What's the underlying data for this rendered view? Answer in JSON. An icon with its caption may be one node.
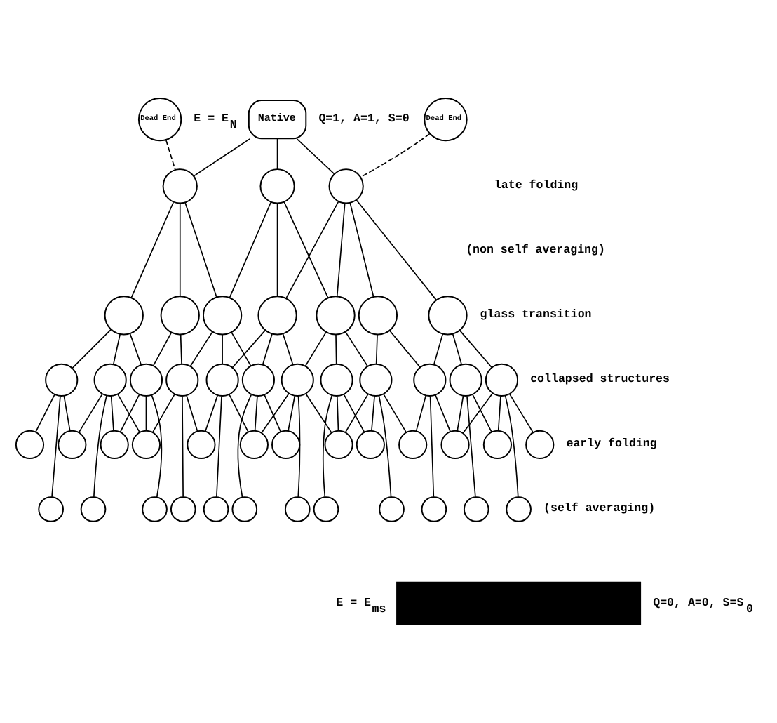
{
  "diagram": {
    "nodes": [
      {
        "text": [
          "Native"
        ]
      },
      {
        "text": [
          "Dead End"
        ]
      },
      {
        "text": [
          "Dead End"
        ]
      },
      {
        "text": [],
        "shape": "circle"
      },
      {
        "text": [],
        "shape": "circle"
      },
      {
        "text": [],
        "shape": "circle"
      },
      {
        "text": [],
        "shape": "circle"
      },
      {
        "text": [],
        "shape": "circle"
      },
      {
        "text": [],
        "shape": "circle"
      },
      {
        "text": [],
        "shape": "circle"
      },
      {
        "text": [],
        "shape": "circle"
      },
      {
        "text": [],
        "shape": "circle"
      },
      {
        "text": [],
        "shape": "circle"
      },
      {
        "text": [],
        "shape": "circle"
      },
      {
        "text": [],
        "shape": "circle"
      },
      {
        "text": [],
        "shape": "circle"
      },
      {
        "text": [],
        "shape": "circle"
      },
      {
        "text": [],
        "shape": "circle"
      },
      {
        "text": [],
        "shape": "circle"
      },
      {
        "text": [],
        "shape": "circle"
      },
      {
        "text": [],
        "shape": "circle"
      },
      {
        "text": [],
        "shape": "circle"
      },
      {
        "text": [],
        "shape": "circle"
      },
      {
        "text": [],
        "shape": "circle"
      },
      {
        "text": [],
        "shape": "circle"
      },
      {
        "text": [],
        "shape": "circle"
      },
      {
        "text": [],
        "shape": "circle"
      },
      {
        "text": [],
        "shape": "circle"
      },
      {
        "text": [],
        "shape": "circle"
      },
      {
        "text": [],
        "shape": "circle"
      },
      {
        "text": [],
        "shape": "circle"
      },
      {
        "text": [],
        "shape": "circle"
      },
      {
        "text": [],
        "shape": "circle"
      },
      {
        "text": [],
        "shape": "circle"
      },
      {
        "text": [],
        "shape": "circle"
      },
      {
        "text": [],
        "shape": "circle"
      },
      {
        "text": [],
        "shape": "circle"
      },
      {
        "text": [],
        "shape": "circle"
      },
      {
        "text": [],
        "shape": "circle"
      },
      {
        "text": [],
        "shape": "circle"
      },
      {
        "text": [],
        "shape": "circle"
      },
      {
        "text": [],
        "shape": "circle"
      },
      {
        "text": [],
        "shape": "circle"
      },
      {
        "text": [],
        "shape": "circle"
      },
      {
        "text": [],
        "shape": "circle"
      },
      {
        "text": [],
        "shape": "circle"
      },
      {
        "text": [],
        "shape": "circle"
      },
      {
        "text": [],
        "shape": "circle"
      },
      {
        "text": [],
        "shape": "circle"
      },
      {
        "text": [],
        "shape": "circle"
      },
      {
        "text": [],
        "shape": "box"
      }
    ],
    "edges": [
      {
        "from": 0,
        "to": 3,
        "arrow": "none"
      },
      {
        "from": 0,
        "to": 4,
        "arrow": "none"
      },
      {
        "from": 0,
        "to": 5,
        "arrow": "none"
      },
      {
        "from": 1,
        "to": 3,
        "arrow": "none",
        "style": "dashed"
      },
      {
        "from": 2,
        "to": 5,
        "arrow": "none",
        "style": "dashed"
      },
      {
        "from": 3,
        "to": 6,
        "arrow": "none"
      },
      {
        "from": 3,
        "to": 7,
        "arrow": "none"
      },
      {
        "from": 3,
        "to": 8,
        "arrow": "none"
      },
      {
        "from": 4,
        "to": 8,
        "arrow": "none"
      },
      {
        "from": 4,
        "to": 9,
        "arrow": "none"
      },
      {
        "from": 4,
        "to": 10,
        "arrow": "none"
      },
      {
        "from": 5,
        "to": 9,
        "arrow": "none"
      },
      {
        "from": 5,
        "to": 10,
        "arrow": "none"
      },
      {
        "from": 5,
        "to": 11,
        "arrow": "none"
      },
      {
        "from": 5,
        "to": 12,
        "arrow": "none"
      },
      {
        "from": 6,
        "to": 13,
        "arrow": "none"
      },
      {
        "from": 6,
        "to": 14,
        "arrow": "none"
      },
      {
        "from": 6,
        "to": 15,
        "arrow": "none"
      },
      {
        "from": 7,
        "to": 15,
        "arrow": "none"
      },
      {
        "from": 7,
        "to": 16,
        "arrow": "none"
      },
      {
        "from": 8,
        "to": 16,
        "arrow": "none"
      },
      {
        "from": 8,
        "to": 17,
        "arrow": "none"
      },
      {
        "from": 8,
        "to": 18,
        "arrow": "none"
      },
      {
        "from": 9,
        "to": 17,
        "arrow": "none"
      },
      {
        "from": 9,
        "to": 18,
        "arrow": "none"
      },
      {
        "from": 9,
        "to": 19,
        "arrow": "none"
      },
      {
        "from": 10,
        "to": 19,
        "arrow": "none"
      },
      {
        "from": 10,
        "to": 20,
        "arrow": "none"
      },
      {
        "from": 10,
        "to": 21,
        "arrow": "none"
      },
      {
        "from": 11,
        "to": 21,
        "arrow": "none"
      },
      {
        "from": 11,
        "to": 22,
        "arrow": "none"
      },
      {
        "from": 12,
        "to": 22,
        "arrow": "none"
      },
      {
        "from": 12,
        "to": 23,
        "arrow": "none"
      },
      {
        "from": 12,
        "to": 24,
        "arrow": "none"
      },
      {
        "from": 13,
        "to": 25,
        "arrow": "none"
      },
      {
        "from": 13,
        "to": 26,
        "arrow": "none"
      },
      {
        "from": 13,
        "to": 38,
        "arrow": "none"
      },
      {
        "from": 14,
        "to": 26,
        "arrow": "none"
      },
      {
        "from": 14,
        "to": 27,
        "arrow": "none"
      },
      {
        "from": 14,
        "to": 39,
        "arrow": "none"
      },
      {
        "from": 14,
        "to": 28,
        "arrow": "none"
      },
      {
        "from": 15,
        "to": 27,
        "arrow": "none"
      },
      {
        "from": 15,
        "to": 28,
        "arrow": "none"
      },
      {
        "from": 15,
        "to": 40,
        "arrow": "none"
      },
      {
        "from": 16,
        "to": 28,
        "arrow": "none"
      },
      {
        "from": 16,
        "to": 29,
        "arrow": "none"
      },
      {
        "from": 16,
        "to": 41,
        "arrow": "none"
      },
      {
        "from": 17,
        "to": 29,
        "arrow": "none"
      },
      {
        "from": 17,
        "to": 30,
        "arrow": "none"
      },
      {
        "from": 17,
        "to": 42,
        "arrow": "none"
      },
      {
        "from": 18,
        "to": 30,
        "arrow": "none"
      },
      {
        "from": 18,
        "to": 31,
        "arrow": "none"
      },
      {
        "from": 18,
        "to": 43,
        "arrow": "none"
      },
      {
        "from": 19,
        "to": 31,
        "arrow": "none"
      },
      {
        "from": 19,
        "to": 32,
        "arrow": "none"
      },
      {
        "from": 19,
        "to": 44,
        "arrow": "none"
      },
      {
        "from": 19,
        "to": 30,
        "arrow": "none"
      },
      {
        "from": 20,
        "to": 32,
        "arrow": "none"
      },
      {
        "from": 20,
        "to": 33,
        "arrow": "none"
      },
      {
        "from": 20,
        "to": 45,
        "arrow": "none"
      },
      {
        "from": 21,
        "to": 33,
        "arrow": "none"
      },
      {
        "from": 21,
        "to": 34,
        "arrow": "none"
      },
      {
        "from": 21,
        "to": 46,
        "arrow": "none"
      },
      {
        "from": 21,
        "to": 32,
        "arrow": "none"
      },
      {
        "from": 22,
        "to": 34,
        "arrow": "none"
      },
      {
        "from": 22,
        "to": 35,
        "arrow": "none"
      },
      {
        "from": 22,
        "to": 47,
        "arrow": "none"
      },
      {
        "from": 23,
        "to": 35,
        "arrow": "none"
      },
      {
        "from": 23,
        "to": 36,
        "arrow": "none"
      },
      {
        "from": 23,
        "to": 48,
        "arrow": "none"
      },
      {
        "from": 24,
        "to": 36,
        "arrow": "none"
      },
      {
        "from": 24,
        "to": 37,
        "arrow": "none"
      },
      {
        "from": 24,
        "to": 49,
        "arrow": "none"
      },
      {
        "from": 24,
        "to": 35,
        "arrow": "none"
      }
    ],
    "labels": [
      "E = E$_{N}$",
      "Q=1, A=1, S=0",
      "late folding",
      "(non self averaging)",
      "glass transition",
      "collapsed structures",
      "early folding",
      "(self averaging)",
      "E = E$_{ms}$",
      "Q=0, A=0, S=S$_{0}$"
    ]
  }
}
